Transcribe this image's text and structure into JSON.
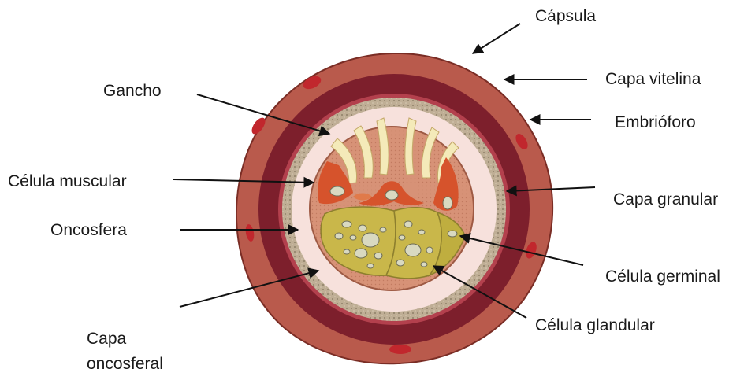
{
  "labels": {
    "capsula": "Cápsula",
    "capa_vitelina": "Capa vitelina",
    "embrioforo": "Embrióforo",
    "capa_granular": "Capa granular",
    "celula_germinal": "Célula germinal",
    "celula_glandular": "Célula glandular",
    "gancho": "Gancho",
    "celula_muscular": "Célula muscular",
    "oncosfera": "Oncosfera",
    "capa_oncosferal_1": "Capa",
    "capa_oncosferal_2": "oncosferal"
  },
  "colors": {
    "capsule": "#b95a4c",
    "capsule_edge": "#7a2d25",
    "vitelline": "#7d1f2c",
    "granular": "#bfae95",
    "light_layer": "#f7e1dc",
    "oncosphere": "#d79277",
    "hook": "#f4eab9",
    "muscle_cell": "#d6532c",
    "germinal_cell": "#c9b74a",
    "nucleus": "#d9d9c0",
    "red_spot": "#c1272d",
    "arrow": "#111111"
  },
  "icons": {
    "arrow_head": "arrowhead-icon"
  }
}
